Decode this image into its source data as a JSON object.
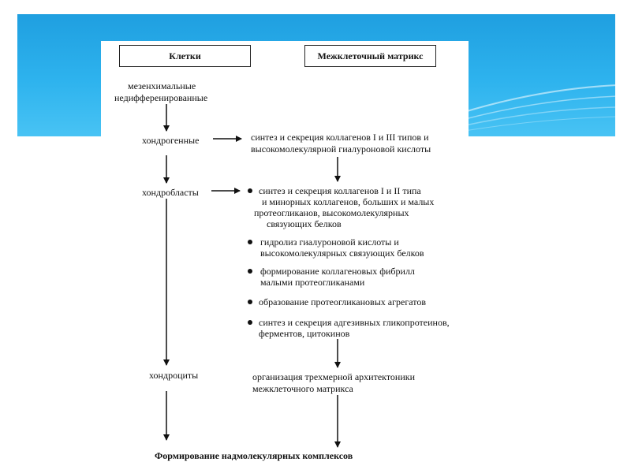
{
  "headers": {
    "cells": "Клетки",
    "matrix": "Межклеточный матрикс"
  },
  "stages": {
    "mesenchymal_line1": "мезенхимальные",
    "mesenchymal_line2": "недифференированные",
    "chondrogenic": "хондрогенные",
    "chondroblasts": "хондробласты",
    "chondrocytes": "хондроциты"
  },
  "processes": {
    "chondrogenic_line1": "синтез и секреция коллагенов I и III типов  и",
    "chondrogenic_line2": "высокомолекулярной гиалуроновой кислоты",
    "chondroblast_items": [
      [
        "синтез и секреция коллагенов I и II типа",
        "и минорных коллагенов, больших и малых",
        "протеогликанов, высокомолекулярных",
        "связующих белков"
      ],
      [
        "гидролиз гиалуроновой кислоты и",
        "высокомолекулярных связующих белков"
      ],
      [
        "формирование коллагеновых фибрилл",
        "малыми протеогликанами"
      ],
      [
        "образование протеогликановых агрегатов"
      ],
      [
        "синтез и секреция адгезивных гликопротеинов,",
        "ферментов, цитокинов"
      ]
    ],
    "chondrocyte_line1": "организация трехмерной архитектоники",
    "chondrocyte_line2": "межклеточного матрикса"
  },
  "footer": "Формирование надмолекулярных комплексов",
  "colors": {
    "banner_top": "#1f9fe0",
    "banner_bottom": "#48c3f4",
    "text": "#111111"
  }
}
